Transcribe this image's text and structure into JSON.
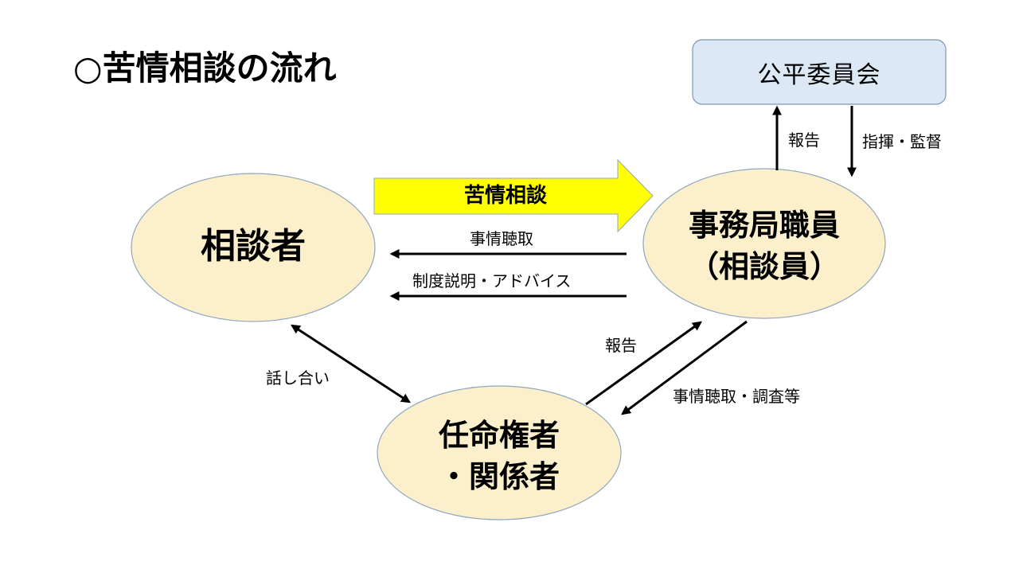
{
  "title": "○苦情相談の流れ",
  "nodes": {
    "consultant": "相談者",
    "staff_line1": "事務局職員",
    "staff_line2": "（相談員）",
    "appointer_line1": "任命権者",
    "appointer_line2": "・関係者",
    "commission": "公平委員会"
  },
  "arrows": {
    "complaint": "苦情相談",
    "hearing": "事情聴取",
    "explanation": "制度説明・アドバイス",
    "discussion": "話し合い",
    "report_to_staff": "報告",
    "hearing_investigation": "事情聴取・調査等",
    "report_to_commission": "報告",
    "supervision": "指揮・監督"
  },
  "colors": {
    "ellipse_fill": "#FCEFCB",
    "ellipse_stroke": "#8FA7BF",
    "commission_fill": "#DCE8F5",
    "commission_stroke": "#7F96AE",
    "complaint_arrow_fill": "#FFFF00",
    "complaint_arrow_stroke": "#8FA7BF",
    "line": "#000000"
  }
}
